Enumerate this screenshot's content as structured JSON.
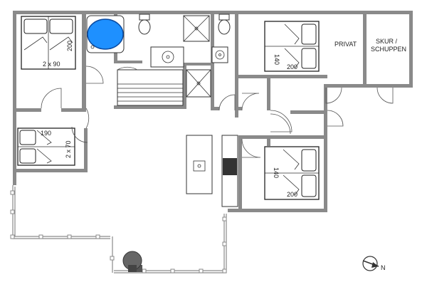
{
  "rooms": {
    "privat": "PRIVAT",
    "skur_line1": "SKUR /",
    "skur_line2": "SCHUPPEN"
  },
  "beds": {
    "bedroom1_width": "2 x 90",
    "bedroom1_length": "200",
    "bedroom2_width": "2 x 70",
    "bedroom2_length": "190",
    "bedroom3_width": "140",
    "bedroom3_length": "200",
    "bedroom4_width": "140",
    "bedroom4_length": "200"
  },
  "compass": {
    "north_label": "N"
  },
  "colors": {
    "wall": "#8a8a8a",
    "spa_water": "#1e90ff",
    "stove": "#333333"
  }
}
